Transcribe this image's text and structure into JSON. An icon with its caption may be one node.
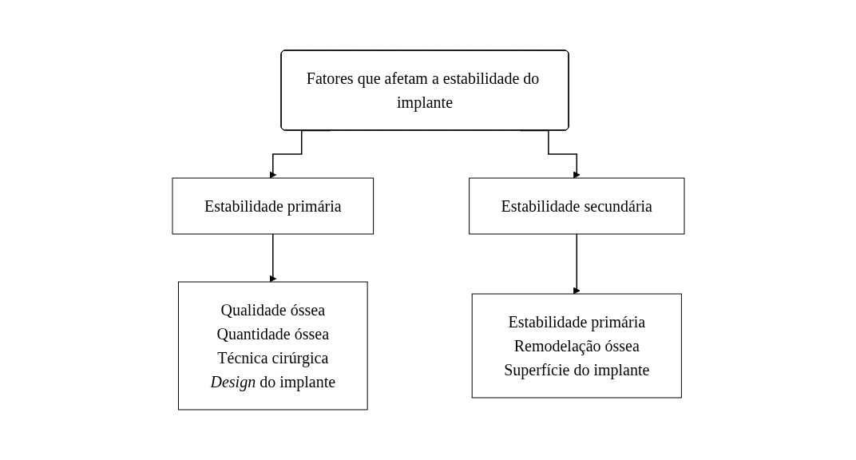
{
  "diagram": {
    "nodes": [
      {
        "text": [
          "Fatores que afetam a estabilidade do implante"
        ]
      },
      {
        "text": [
          "Estabilidade primária"
        ]
      },
      {
        "text": [
          "Estabilidade secundária"
        ]
      },
      {
        "text": [
          "Qualidade óssea",
          "Quantidade óssea",
          "Técnica cirúrgica",
          "*Design* do implante"
        ]
      },
      {
        "text": [
          "Estabilidade primária",
          "Remodelação óssea",
          "Superfície do implante"
        ]
      }
    ],
    "edges": [
      {
        "from": 0,
        "to": 1,
        "arrow": "to"
      },
      {
        "from": 0,
        "to": 2,
        "arrow": "to"
      },
      {
        "from": 1,
        "to": 3,
        "arrow": "to"
      },
      {
        "from": 2,
        "to": 4,
        "arrow": "to"
      }
    ]
  }
}
